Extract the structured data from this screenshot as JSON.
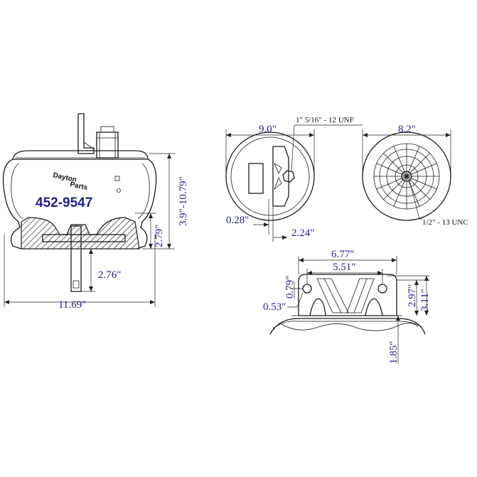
{
  "part_number": "452-9547",
  "brand": {
    "line1": "Dayton",
    "line2": "Parts"
  },
  "dims": {
    "overall_width": "11.69\"",
    "height_range": "3.9\"-10.79\"",
    "base_height": "2.79\"",
    "stud_length": "2.76\"",
    "top_plate_dia": "9.0\"",
    "air_fitting": "1\" 5/16\" - 12 UNF",
    "offset_a": "0.28\"",
    "offset_b": "2.24\"",
    "piston_dia": "8.2\"",
    "bottom_thread": "1/2\" - 13 UNC",
    "bracket_width": "6.77\"",
    "hole_spacing": "5.51\"",
    "hole_height": "0.79\"",
    "hole_dia": "0.53\"",
    "bracket_h1": "2.97\"",
    "bracket_h2": "3.11\"",
    "mount_height": "1.85\""
  }
}
